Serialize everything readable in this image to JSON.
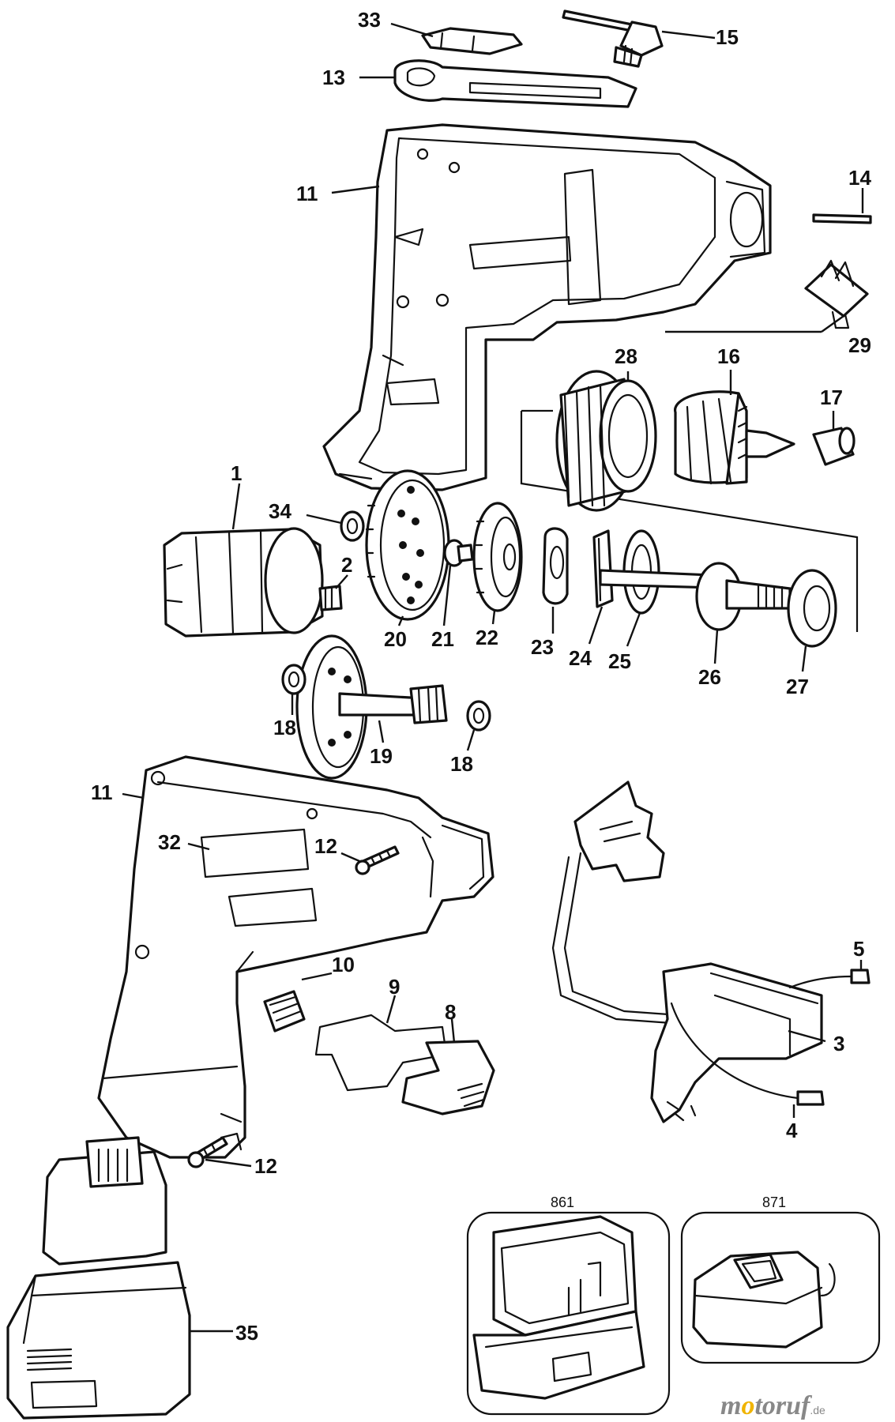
{
  "callouts": {
    "p1": "1",
    "p2": "2",
    "p3": "3",
    "p4": "4",
    "p5": "5",
    "p8": "8",
    "p9": "9",
    "p10": "10",
    "p11_top": "11",
    "p11_bottom": "11",
    "p12_upper": "12",
    "p12_lower": "12",
    "p13": "13",
    "p14": "14",
    "p15": "15",
    "p16": "16",
    "p17": "17",
    "p18_left": "18",
    "p18_right": "18",
    "p19": "19",
    "p20": "20",
    "p21": "21",
    "p22": "22",
    "p23": "23",
    "p24": "24",
    "p25": "25",
    "p26": "26",
    "p27": "27",
    "p28": "28",
    "p29": "29",
    "p32": "32",
    "p33": "33",
    "p34": "34",
    "p35": "35"
  },
  "accessories": {
    "case_ref": "861",
    "charger_ref": "871"
  },
  "watermark": {
    "brand_start": "m",
    "brand_o": "o",
    "brand_end": "toruf",
    "tld": ".de"
  },
  "colors": {
    "line": "#111111",
    "watermark_gray": "#888888",
    "watermark_accent": "#f0b400"
  }
}
